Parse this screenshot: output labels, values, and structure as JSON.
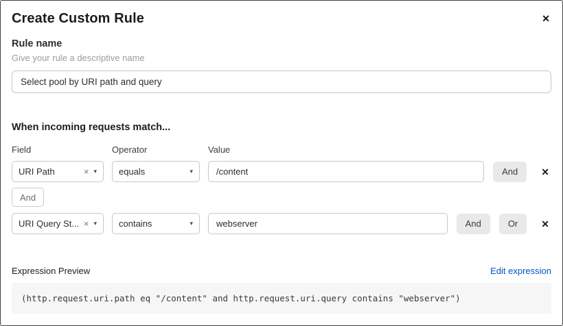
{
  "dialog": {
    "title": "Create Custom Rule"
  },
  "icons": {
    "close": "✕",
    "delete": "✕",
    "clear": "×",
    "chevron": "▾"
  },
  "colors": {
    "link": "#0051c3",
    "connector_button_bg": "#e9e9e9",
    "code_block_bg": "#f6f6f6"
  },
  "rule_name": {
    "label": "Rule name",
    "helper": "Give your rule a descriptive name",
    "value": "Select pool by URI path and query"
  },
  "match": {
    "heading": "When incoming requests match...",
    "columns": {
      "field": "Field",
      "operator": "Operator",
      "value": "Value"
    },
    "connector_label": "And",
    "rows": [
      {
        "field": "URI Path",
        "operator": "equals",
        "value": "/content",
        "and_label": "And"
      },
      {
        "field": "URI Query St...",
        "operator": "contains",
        "value": "webserver",
        "and_label": "And",
        "or_label": "Or"
      }
    ]
  },
  "expression": {
    "label": "Expression Preview",
    "edit_link": "Edit expression",
    "code": "(http.request.uri.path eq \"/content\" and http.request.uri.query contains \"webserver\")"
  }
}
